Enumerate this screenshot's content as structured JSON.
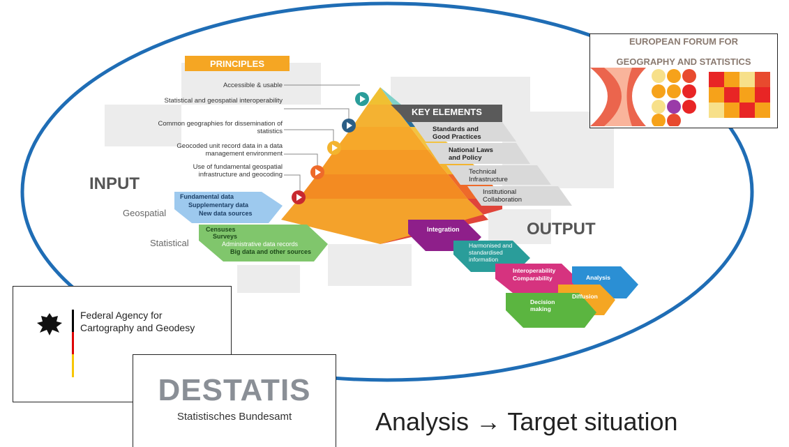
{
  "diagram": {
    "principles_header": "PRINCIPLES",
    "key_elements_header": "KEY ELEMENTS",
    "input_label": "INPUT",
    "output_label": "OUTPUT",
    "geospatial_label": "Geospatial",
    "statistical_label": "Statistical",
    "principles": [
      "Accessible & usable",
      "Statistical and geospatial interoperability",
      "Common geographies for dissemination of statistics",
      "Geocoded unit record data in a data management environment",
      "Use of fundamental geospatial infrastructure and geocoding"
    ],
    "key_elements": [
      "Standards and Good Practices",
      "National Laws and Policy",
      "Technical Infrastructure",
      "Institutional Collaboration"
    ],
    "geospatial_items": [
      "Fundamental data",
      "Supplementary data",
      "New data sources"
    ],
    "statistical_items": [
      "Censuses",
      "Surveys",
      "Administrative data records",
      "Big data and other sources"
    ],
    "output_steps": [
      "Integration",
      "Harmonised and standardised information",
      "Interoperability Comparability",
      "Analysis",
      "Diffusion",
      "Decision making"
    ]
  },
  "logos": {
    "efgs_line1": "EUROPEAN FORUM FOR",
    "efgs_line2": "GEOGRAPHY AND STATISTICS",
    "bkg_line1": "Federal Agency for",
    "bkg_line2": "Cartography and Geodesy",
    "destatis_name": "DESTATIS",
    "destatis_sub": "Statistisches Bundesamt"
  },
  "caption": "Analysis → Target situation",
  "colors": {
    "ellipse": "#1f6db5",
    "principles_orange": "#f5a623",
    "input_blue": "#8fc0e8",
    "statistical_green": "#7cc36a",
    "integration_purple": "#8e1f8a",
    "harmonised_teal": "#2a9d9a",
    "interop_pink": "#d6337f",
    "analysis_blue": "#2b8fd4",
    "diffusion_orange": "#f5a623",
    "decision_green": "#5bb540"
  }
}
